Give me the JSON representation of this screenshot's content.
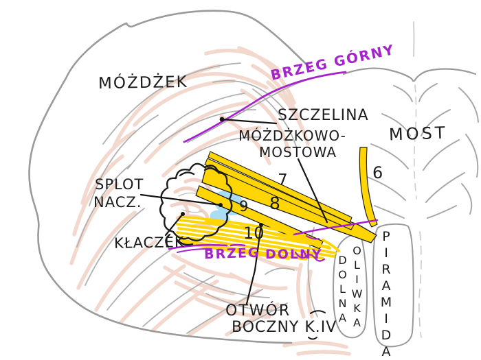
{
  "diagram": {
    "title_context": "hand-drawn anatomy sketch of the cerebellopontine angle (Polish labels)",
    "labels": {
      "cerebellum": "MÓŻDŻEK",
      "upper_margin": "BRZEG GÓRNY",
      "fissure_line1": "SZCZELINA",
      "fissure_line2": "MÓŻDŻKOWO-",
      "fissure_line3": "MOSTOWA",
      "pons": "MOST",
      "plexus_line1": "SPLOT",
      "plexus_line2": "NACZ.",
      "flocculus": "KŁACZEK",
      "aperture_line1": "OTWÓR",
      "aperture_line2": "BOCZNY K.IV",
      "lower_margin_word1": "BRZEG",
      "lower_margin_word2": "DOLNY",
      "inferior_olive_word1": "DOLNA",
      "inferior_olive_word2": "OLIWKA",
      "pyramid": "PIRAMIDA",
      "nerve6": "6",
      "nerve7": "7",
      "nerve8": "8",
      "nerve9": "9",
      "nerve10": "10"
    },
    "colors": {
      "nerve_yellow": "#FFD504",
      "margin_purple": "#A522CC",
      "folia_pink": "#F3D9CD",
      "plexus_blue": "#9FD9F2",
      "outline_gray": "#9A9A9A",
      "ink_black": "#1B1B1B"
    }
  }
}
